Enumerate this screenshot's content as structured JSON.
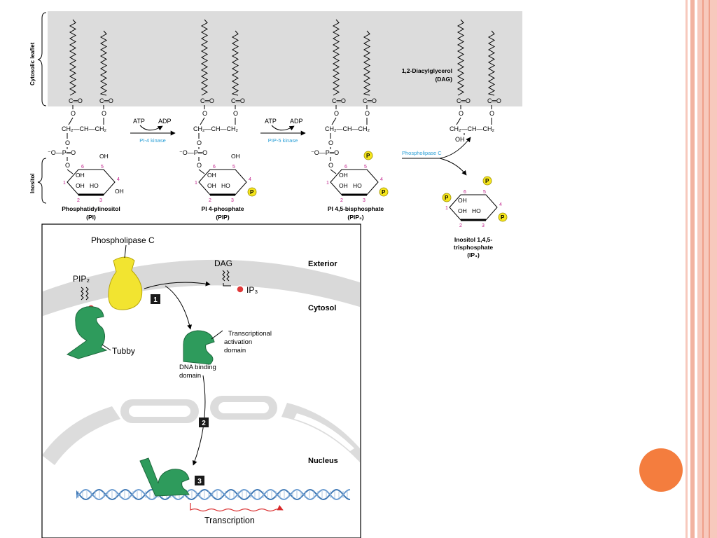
{
  "colors": {
    "membrane_band": "#dcdcdc",
    "right_stripe": "#f7c9bd",
    "right_stripe_dark": "#ef9f8a",
    "orange_circle": "#f47d3e",
    "enzyme_yellow": "#f2e430",
    "protein_green": "#2e9b5c",
    "phosphate_yellow": "#f5e51c",
    "kinase_label": "#2a9fd6",
    "number_magenta": "#c0208a",
    "dna_blue": "#3f78b5",
    "transcription_red": "#d8292a"
  },
  "top_diagram": {
    "side_labels": {
      "cytosolic": "Cytosolic leaflet",
      "inositol": "Inositol"
    },
    "carbonyl": "C═O",
    "ester_o": "O",
    "glycerol_left": "CH₂—CH—CH₂",
    "phosphate_group": "⁻O—P═O",
    "ring_o": "O",
    "oh": "OH",
    "ho": "HO",
    "p": "P",
    "pi": {
      "name": "Phosphatidylinositol",
      "abbr": "(PI)"
    },
    "pip": {
      "name": "PI 4-phosphate",
      "abbr": "(PIP)"
    },
    "pip2": {
      "name": "PI 4,5-bisphosphate",
      "abbr": "(PIP₂)"
    },
    "dag": {
      "name": "1,2-Diacylglycerol",
      "abbr": "(DAG)"
    },
    "ip3": {
      "line1": "Inositol 1,4,5-",
      "line2": "trisphosphate",
      "line3": "(IP₃)"
    },
    "arrow1": {
      "left": "ATP",
      "right": "ADP",
      "enzyme": "PI-4 kinase"
    },
    "arrow2": {
      "left": "ATP",
      "right": "ADP",
      "enzyme": "PIP-5 kinase"
    },
    "arrow3": {
      "enzyme": "Phospholipase C"
    },
    "ring_numbers": {
      "n1": "1",
      "n2": "2",
      "n3": "3",
      "n4": "4",
      "n5": "5",
      "n6": "6"
    }
  },
  "bottom_diagram": {
    "phospholipase_c": "Phospholipase C",
    "exterior": "Exterior",
    "cytosol": "Cytosol",
    "nucleus": "Nucleus",
    "pip2": "PIP₂",
    "dag": "DAG",
    "ip3": "IP₃",
    "tubby": "Tubby",
    "transcriptional": "Transcriptional",
    "activation": "activation",
    "domain": "domain",
    "dna_binding": "DNA binding",
    "dna_domain": "domain",
    "transcription": "Transcription",
    "step1": "1",
    "step2": "2",
    "step3": "3"
  }
}
